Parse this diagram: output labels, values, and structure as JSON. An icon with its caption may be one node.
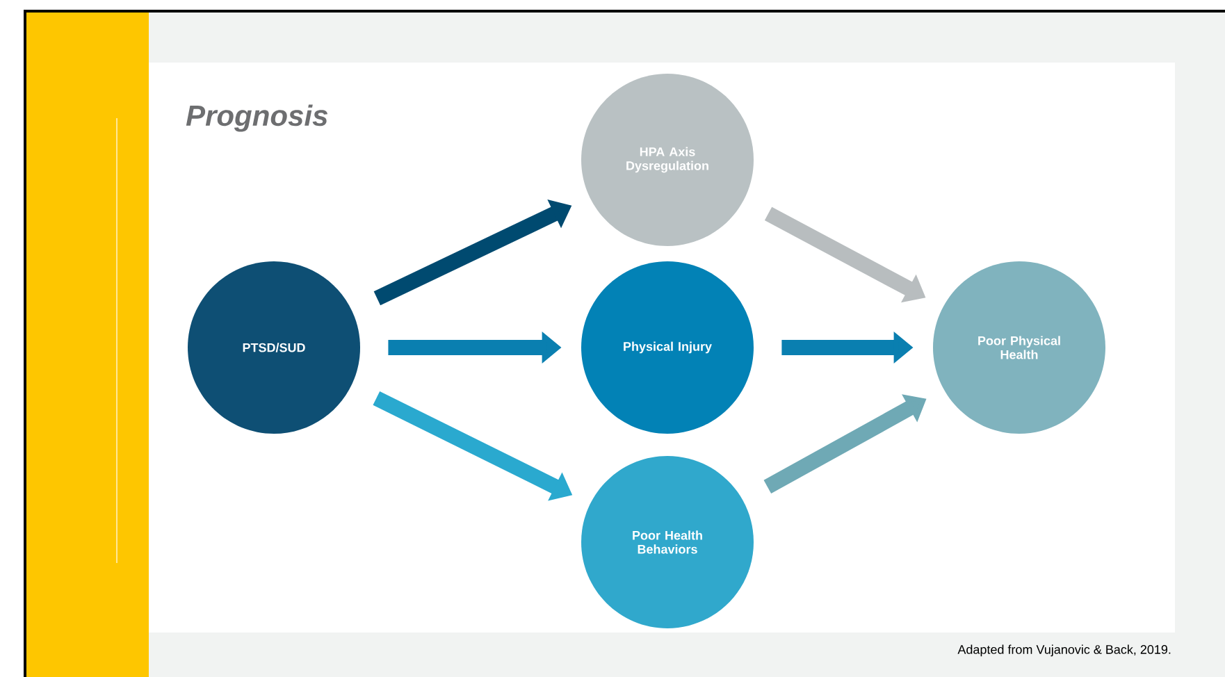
{
  "diagram": {
    "title": "Prognosis",
    "caption": "Adapted from Vujanovic & Back, 2019.",
    "nodes": [
      {
        "text": [
          "PTSD/SUD"
        ]
      },
      {
        "text": [
          "HPA Axis Dysregulation"
        ]
      },
      {
        "text": [
          "Physical Injury"
        ]
      },
      {
        "text": [
          "Poor Health Behaviors"
        ]
      },
      {
        "text": [
          "Poor Physical Health"
        ]
      }
    ],
    "edges": [
      {
        "from": 0,
        "to": 1,
        "arrow": "to",
        "color": "#004a70"
      },
      {
        "from": 0,
        "to": 2,
        "arrow": "to",
        "color": "#0a7fb0"
      },
      {
        "from": 0,
        "to": 3,
        "arrow": "to",
        "color": "#2aa9cf"
      },
      {
        "from": 1,
        "to": 4,
        "arrow": "to",
        "color": "#b8bdbf"
      },
      {
        "from": 2,
        "to": 4,
        "arrow": "to",
        "color": "#0a7fb0"
      },
      {
        "from": 3,
        "to": 4,
        "arrow": "to",
        "color": "#6fa9b5"
      }
    ]
  }
}
